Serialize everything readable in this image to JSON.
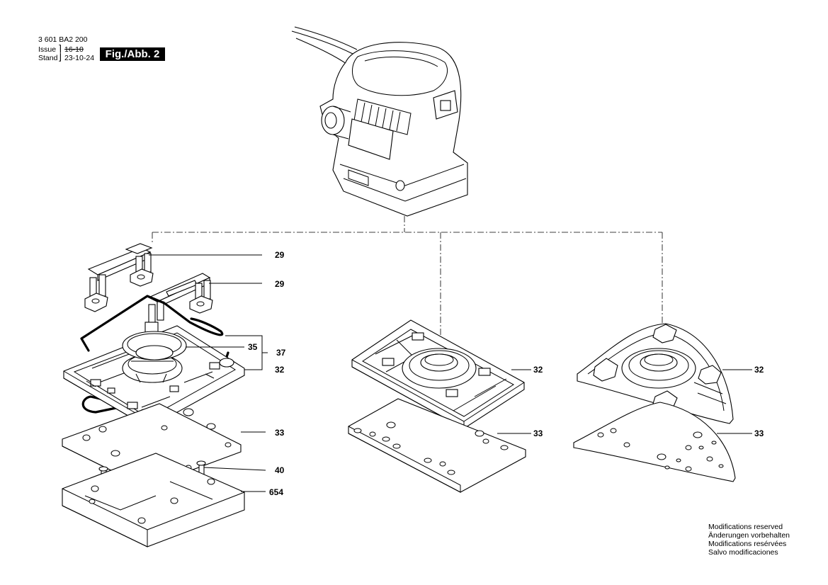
{
  "header": {
    "part_number": "3 601 BA2 200",
    "issue_label": "Issue",
    "issue_old_date": "16-10",
    "stand_label": "Stand",
    "stand_date": "23-10-24",
    "figure_label": "Fig./Abb. 2"
  },
  "callouts": {
    "c29a": "29",
    "c29b": "29",
    "c35": "35",
    "c37": "37",
    "c32a": "32",
    "c33a": "33",
    "c40": "40",
    "c654": "654",
    "c32b": "32",
    "c33b": "33",
    "c32c": "32",
    "c33c": "33"
  },
  "footer_notes": [
    "Modifications reserved",
    "Änderungen vorbehalten",
    "Modifications resérvées",
    "Salvo modificaciones"
  ]
}
